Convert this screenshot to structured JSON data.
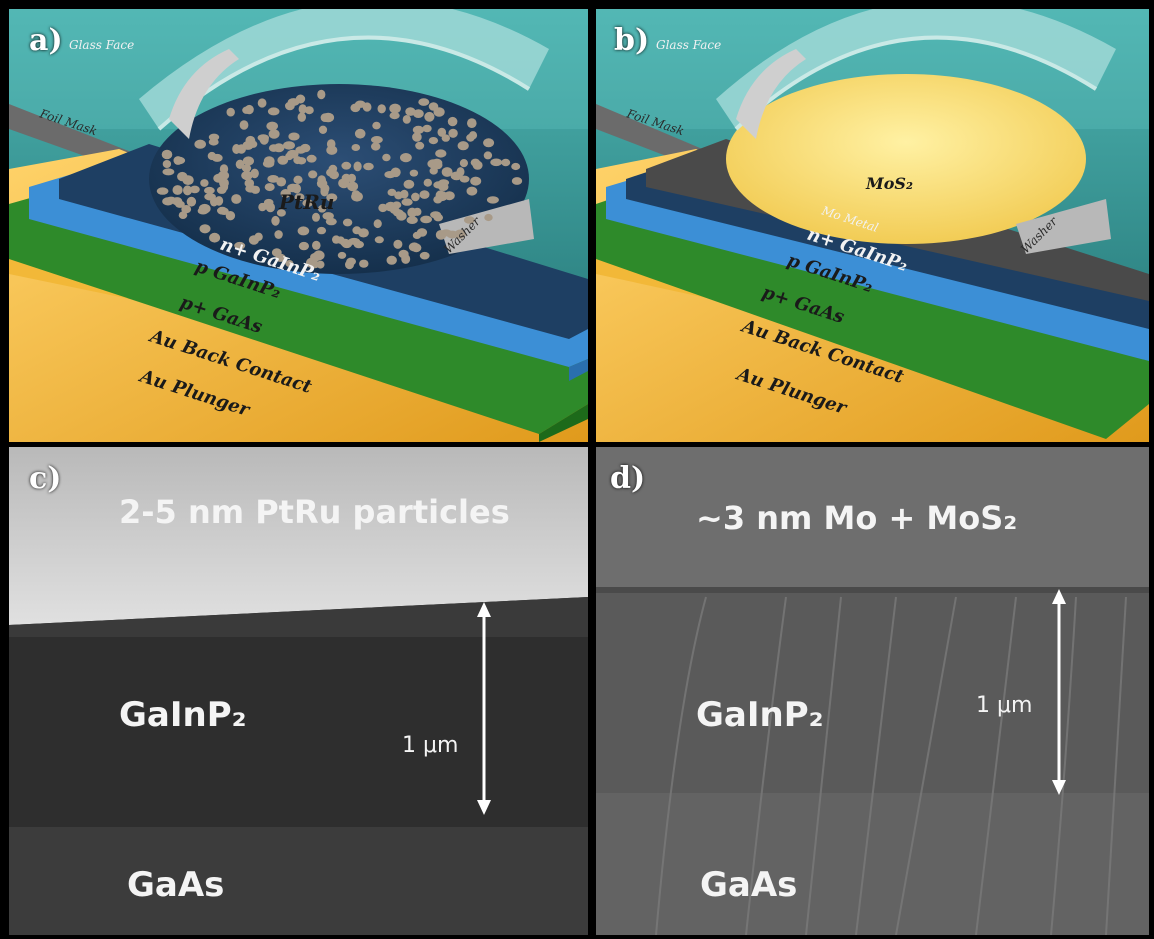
{
  "colors": {
    "glass": "#3a9c9c",
    "foil": "#6b6b6b",
    "n_gainp2": "#1e3f63",
    "p_gainp2": "#3c8fd6",
    "p_gaas": "#2e8a2a",
    "au": "#f0b43a",
    "mos2": "#f8dc6e",
    "mo_metal": "#4a4a4a",
    "particles": "#a89a88"
  },
  "panel_a": {
    "label": "a)",
    "glass_face": "Glass Face",
    "foil_mask": "Foil Mask",
    "catalyst": "PtRu",
    "washer": "Washer",
    "layers": [
      "n+ GaInP₂",
      "p GaInP₂",
      "p+ GaAs",
      "Au Back Contact",
      "Au Plunger"
    ]
  },
  "panel_b": {
    "label": "b)",
    "glass_face": "Glass Face",
    "foil_mask": "Foil Mask",
    "catalyst": "MoS₂",
    "washer": "Washer",
    "metal": "Mo Metal",
    "layers": [
      "n+ GaInP₂",
      "p GaInP₂",
      "p+ GaAs",
      "Au Back Contact",
      "Au Plunger"
    ]
  },
  "panel_c": {
    "label": "c)",
    "top_text": "2-5 nm PtRu particles",
    "layer1": "GaInP₂",
    "layer2": "GaAs",
    "scale": "1 μm"
  },
  "panel_d": {
    "label": "d)",
    "top_text": "~3 nm Mo + MoS₂",
    "layer1": "GaInP₂",
    "layer2": "GaAs",
    "scale": "1 μm"
  }
}
